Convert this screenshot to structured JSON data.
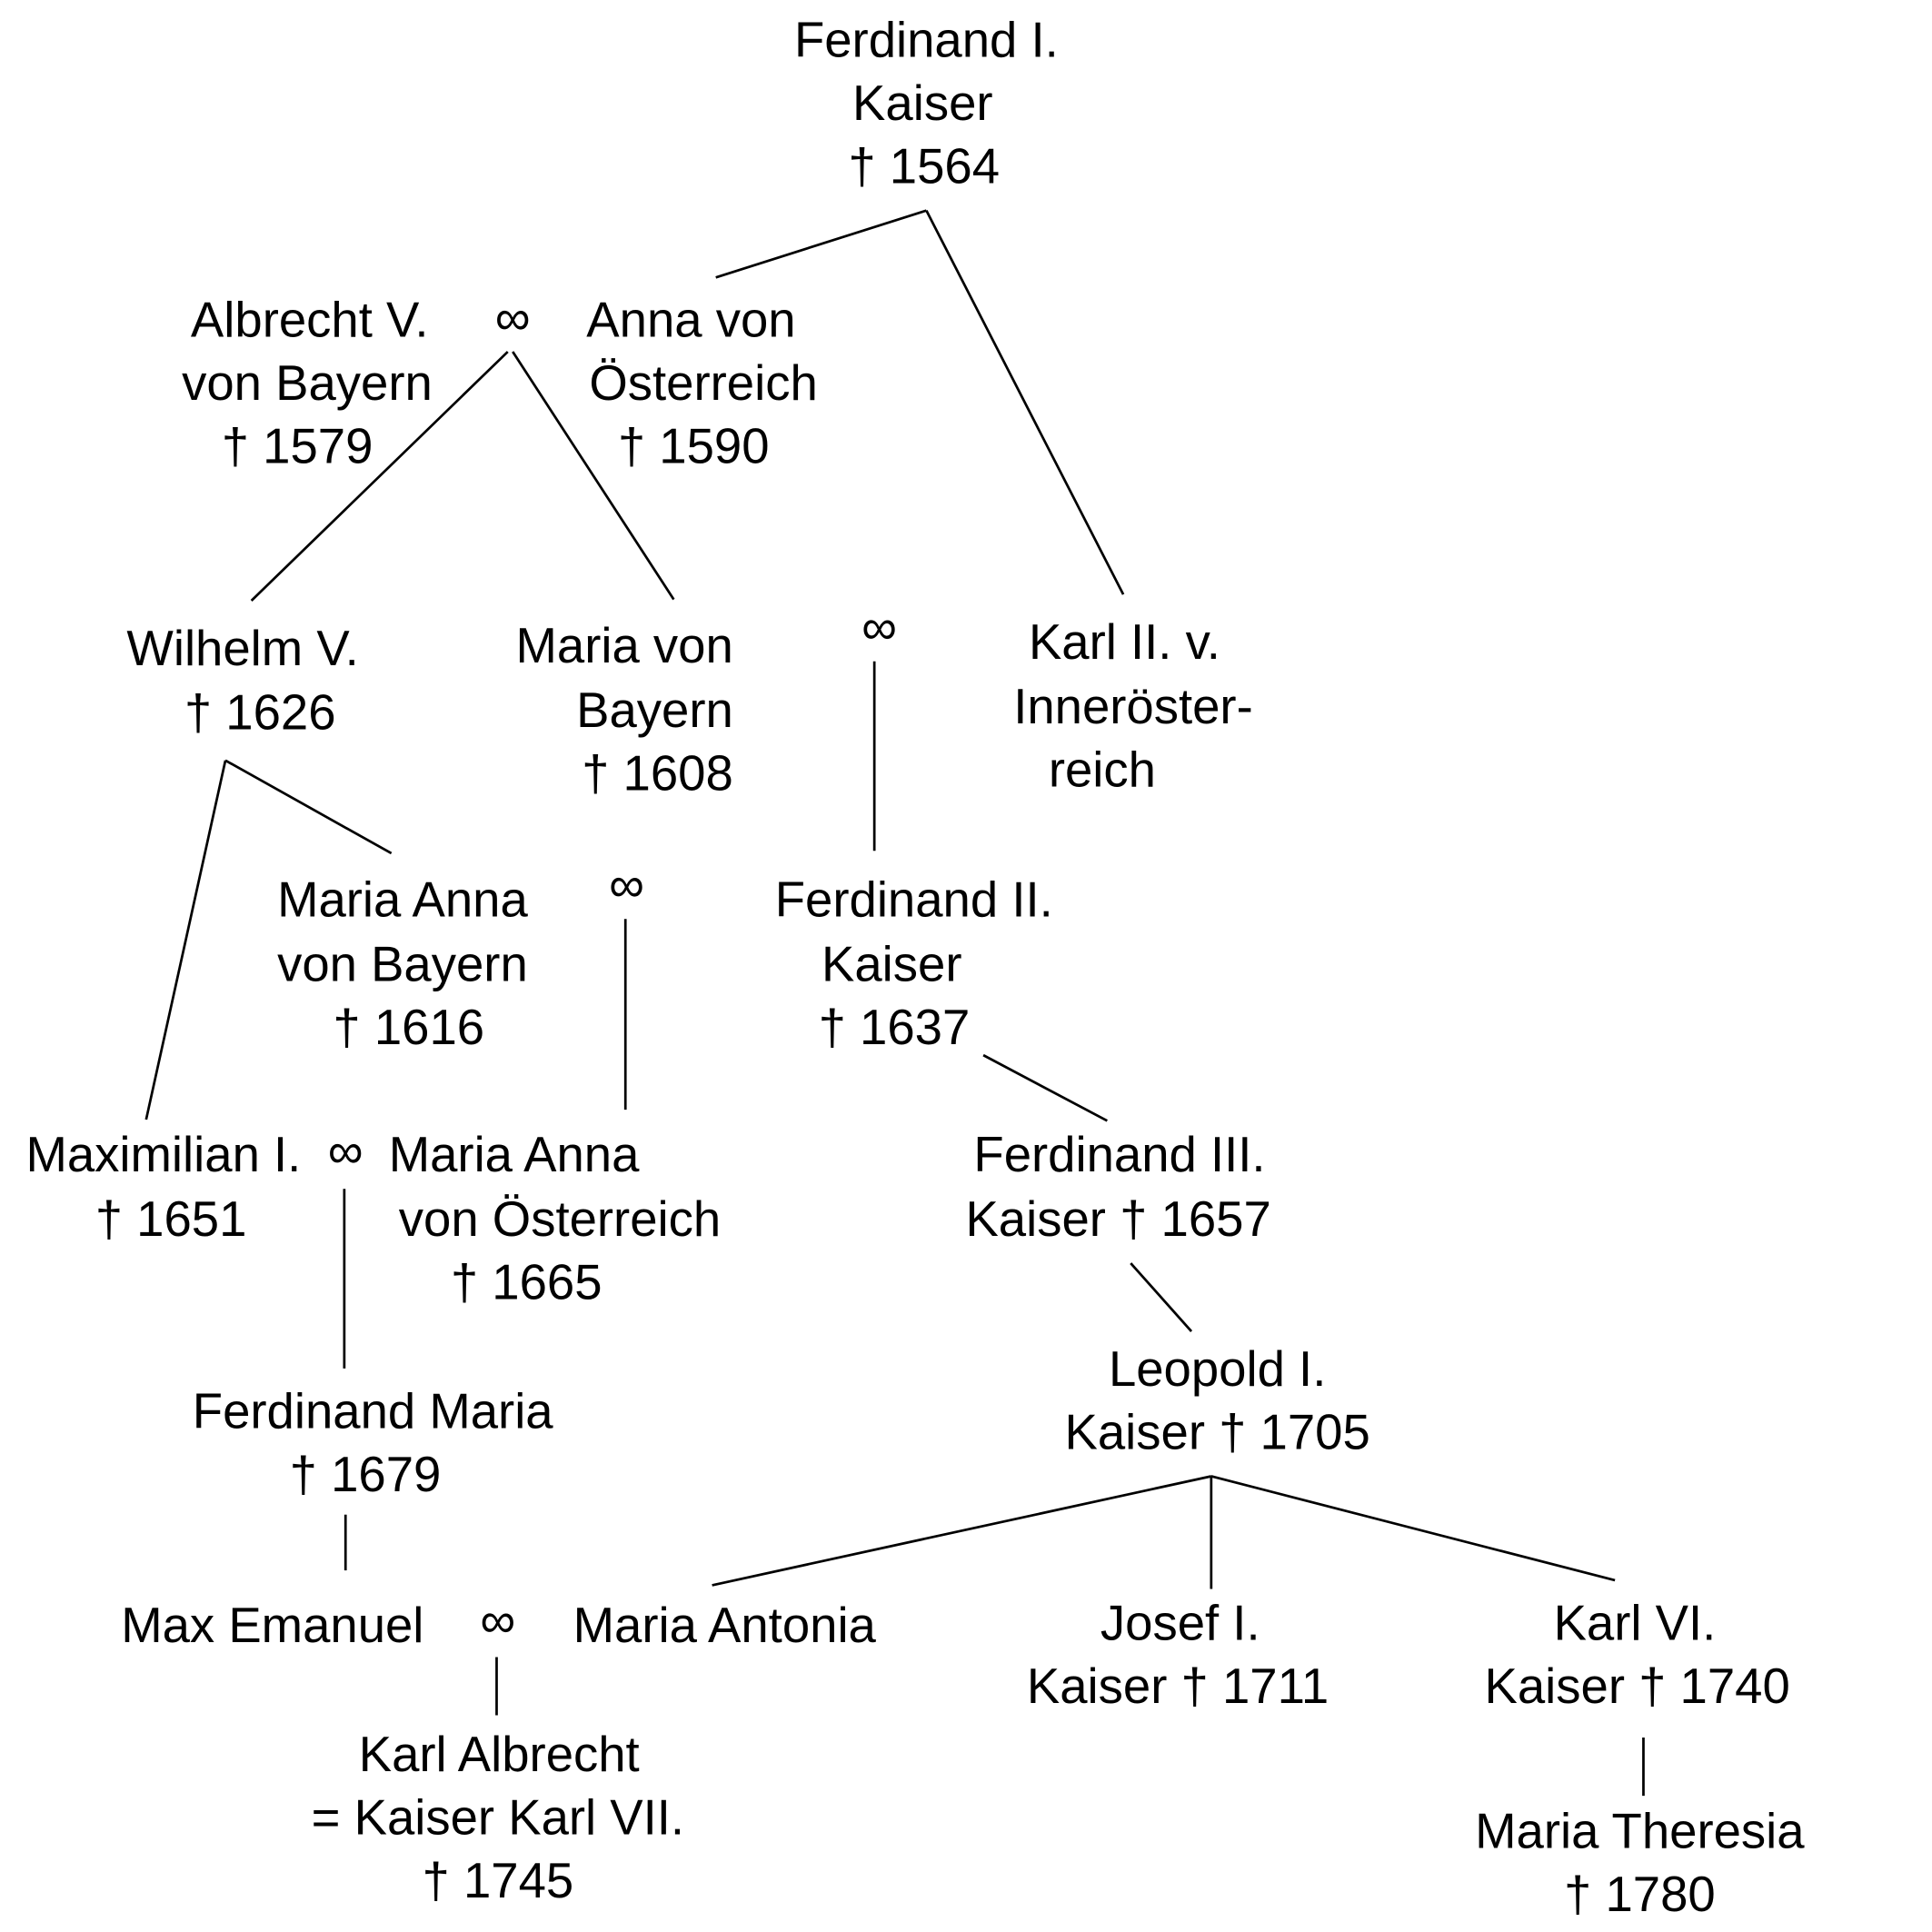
{
  "people": {
    "ferdinand_i": [
      "Ferdinand I.",
      "Kaiser",
      "† 1564"
    ],
    "albrecht_v": [
      "Albrecht V.",
      "von Bayern",
      "† 1579"
    ],
    "anna": [
      "Anna von",
      "Österreich",
      "† 1590"
    ],
    "wilhelm_v": [
      "Wilhelm V.",
      "† 1626"
    ],
    "maria_bayern": [
      "Maria von",
      "Bayern",
      "† 1608"
    ],
    "karl_ii": [
      "Karl II. v.",
      "Inneröster-",
      "reich"
    ],
    "maria_anna_bayern": [
      "Maria Anna",
      "von Bayern",
      "† 1616"
    ],
    "ferdinand_ii": [
      "Ferdinand II.",
      "Kaiser",
      "† 1637"
    ],
    "maximilian_i": [
      "Maximilian I.",
      "† 1651"
    ],
    "maria_anna_oesterreich": [
      "Maria Anna",
      "von Österreich",
      "† 1665"
    ],
    "ferdinand_iii": [
      "Ferdinand III.",
      "Kaiser † 1657"
    ],
    "leopold_i": [
      "Leopold I.",
      "Kaiser † 1705"
    ],
    "ferdinand_maria": [
      "Ferdinand Maria",
      "† 1679"
    ],
    "max_emanuel": [
      "Max Emanuel"
    ],
    "maria_antonia": [
      "Maria Antonia"
    ],
    "josef_i": [
      "Josef I.",
      "Kaiser † 1711"
    ],
    "karl_vi": [
      "Karl VI.",
      "Kaiser † 1740"
    ],
    "karl_albrecht": [
      "Karl Albrecht",
      "= Kaiser Karl VII.",
      "† 1745"
    ],
    "maria_theresia": [
      "Maria Theresia",
      "† 1780"
    ]
  },
  "marriage_symbol": "∞"
}
